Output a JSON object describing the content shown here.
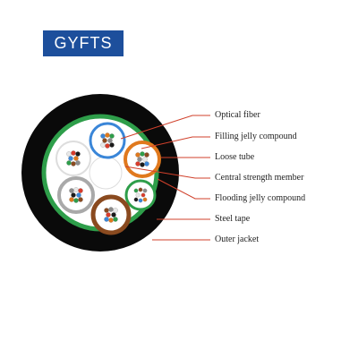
{
  "title": "GYFTS",
  "labels": {
    "optical_fiber": "Optical fiber",
    "filling_jelly": "Filling jelly compound",
    "loose_tube": "Loose tube",
    "central_member": "Central strength member",
    "flooding_jelly": "Flooding jelly compound",
    "steel_tape": "Steel tape",
    "outer_jacket": "Outer jacket"
  },
  "colors": {
    "title_bg": "#1d4f9c",
    "jacket": "#0a0a0a",
    "steel_tape": "#2e9e4a",
    "leader_line": "#d0402b",
    "tube_blue": "#3a86d8",
    "tube_orange": "#e0791d",
    "tube_green": "#2e9e4a",
    "tube_brown": "#8a4a1f",
    "tube_grey": "#a9a9a9",
    "tube_white": "#dddddd"
  },
  "fiber_colors": [
    "#3a86d8",
    "#e0791d",
    "#2e9e4a",
    "#8a4a1f",
    "#8c8c8c",
    "#e8e8e8",
    "#d93b2b",
    "#1a1a1a"
  ]
}
